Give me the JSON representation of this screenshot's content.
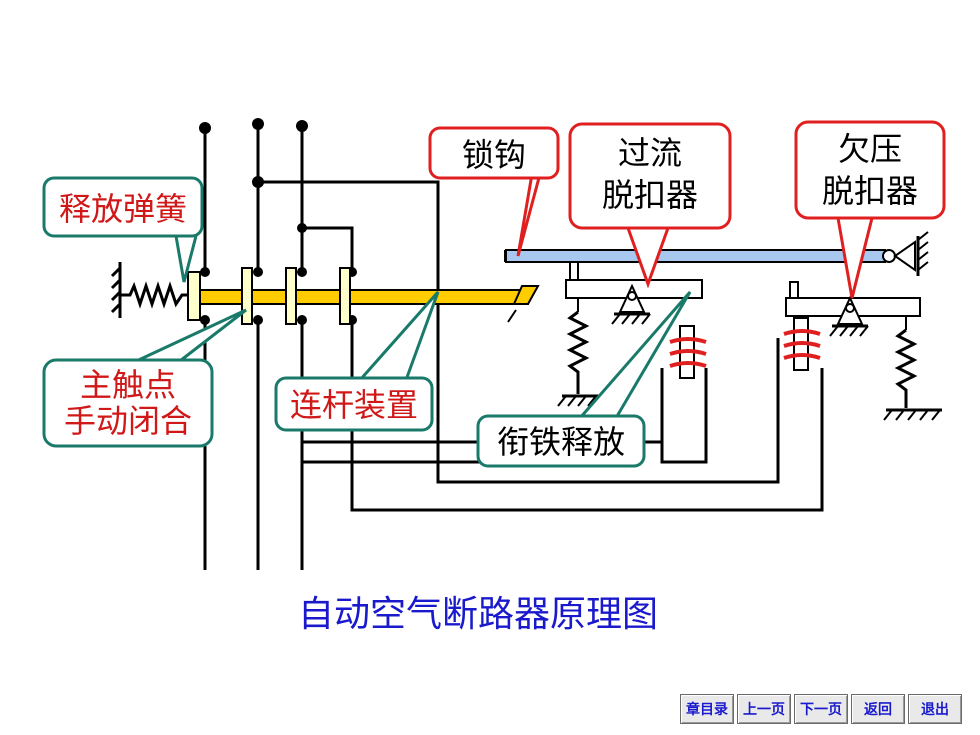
{
  "diagram": {
    "caption": "自动空气断路器原理图",
    "labels": {
      "release_spring": "释放弹簧",
      "latch_hook": "锁钩",
      "overcurrent_line1": "过流",
      "overcurrent_line2": "脱扣器",
      "undervoltage_line1": "欠压",
      "undervoltage_line2": "脱扣器",
      "main_contact_line1": "主触点",
      "main_contact_line2": "手动闭合",
      "linkage": "连杆装置",
      "armature_release": "衔铁释放"
    },
    "colors": {
      "callout_red_border": "#e02020",
      "callout_teal_border": "#1a7a6a",
      "callout_fill": "#ffffff",
      "label_red_text": "#d01818",
      "caption_blue": "#1a1acc",
      "linkage_bar": "#ffcc00",
      "latch_bar": "#a8c8f0",
      "wire": "#000000",
      "coil": "#e02020"
    }
  },
  "nav": {
    "chapter_contents": "章目录",
    "prev_page": "上一页",
    "next_page": "下一页",
    "back": "返回",
    "exit": "退出"
  }
}
